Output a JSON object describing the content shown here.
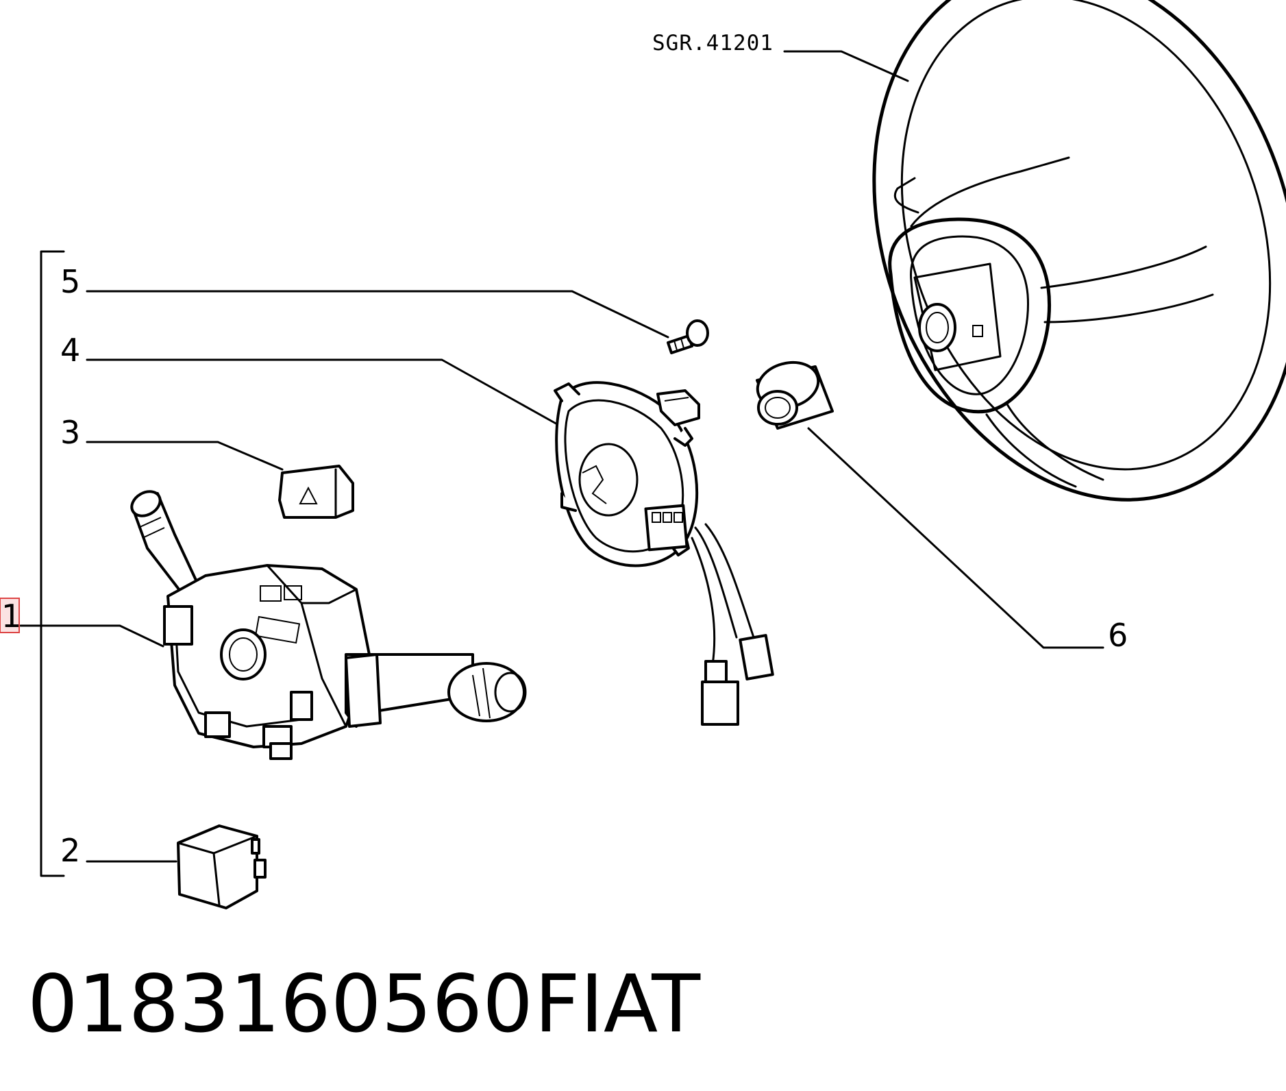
{
  "diagram": {
    "reference_label": "SGR.41201",
    "callouts": [
      {
        "id": "1",
        "label": "1",
        "highlighted": true
      },
      {
        "id": "2",
        "label": "2"
      },
      {
        "id": "3",
        "label": "3"
      },
      {
        "id": "4",
        "label": "4"
      },
      {
        "id": "5",
        "label": "5"
      },
      {
        "id": "6",
        "label": "6"
      }
    ],
    "parts": [
      {
        "callout": "1",
        "icon": "combination-switch-icon"
      },
      {
        "callout": "2",
        "icon": "relay-icon"
      },
      {
        "callout": "3",
        "icon": "hazard-button-icon"
      },
      {
        "callout": "4",
        "icon": "clock-spring-icon"
      },
      {
        "callout": "5",
        "icon": "screw-icon"
      },
      {
        "callout": "6",
        "icon": "bushing-icon"
      },
      {
        "callout": "SGR.41201",
        "icon": "steering-wheel-icon"
      }
    ]
  },
  "footer": {
    "part_number": "0183160560",
    "brand": "FIAT"
  },
  "colors": {
    "line": "#000000",
    "background": "#ffffff",
    "highlight_border": "#dd4444",
    "highlight_fill": "#fbe3e3"
  }
}
